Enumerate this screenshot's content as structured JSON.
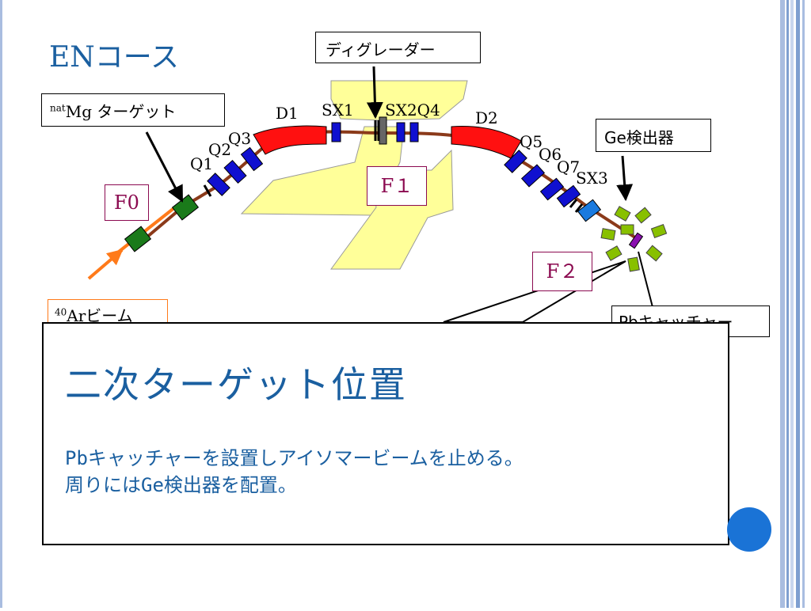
{
  "slide": {
    "title": "ENコース",
    "colors": {
      "title": "#1a5fa0",
      "frame_blue": "#7f9fd0",
      "magnet_red": "#ff1010",
      "quad_blue": "#1010d0",
      "beamline": "#8b3a1a",
      "area_yellow": "#ffff99",
      "f_label": "#8b0a50",
      "detector_green": "#88c000"
    }
  },
  "labels": {
    "degrader": "ディグレーダー",
    "target_sup": "nat",
    "target_main": "Mg ターゲット",
    "ge_detector": "Ge検出器",
    "beam_sup": "40",
    "beam_main": "Arビーム",
    "catcher": "Pbキャッチャー",
    "f0": "F0",
    "f1": "F１",
    "f2": "F２"
  },
  "elements": {
    "d1": "D1",
    "d2": "D2",
    "sx1": "SX1",
    "sx2q4": "SX2Q4",
    "sx3": "SX3",
    "q1": "Q1",
    "q2": "Q2",
    "q3": "Q3",
    "q5": "Q5",
    "q6": "Q6",
    "q7": "Q7"
  },
  "callout": {
    "title": "二次ターゲット位置",
    "line1": "Pbキャッチャーを設置しアイソマービームを止める。",
    "line2": "周りにはGe検出器を配置。"
  }
}
